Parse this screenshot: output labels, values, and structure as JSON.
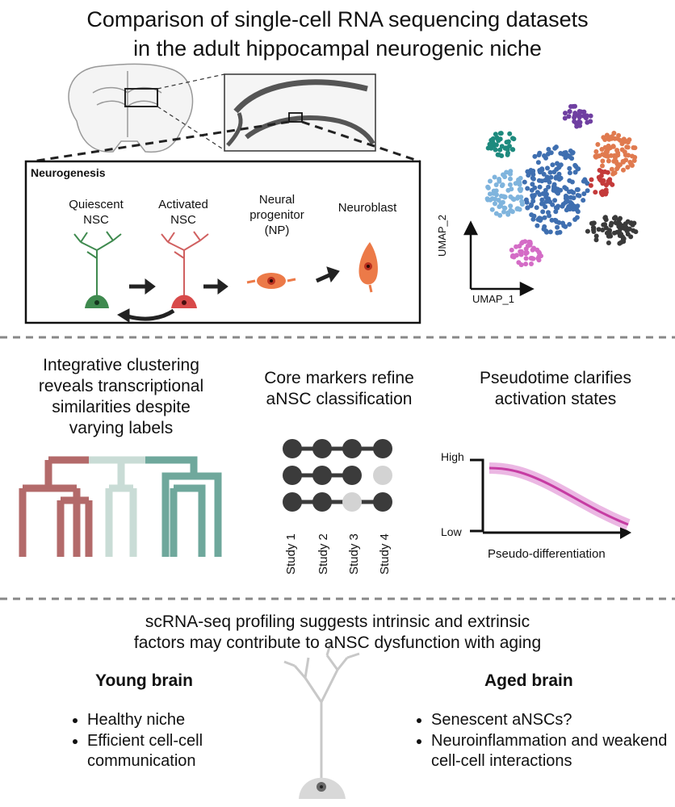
{
  "title_line1": "Comparison of single-cell RNA sequencing datasets",
  "title_line2": "in the adult hippocampal neurogenic niche",
  "neurogenesis": {
    "header": "Neurogenesis",
    "stages": [
      {
        "line1": "Quiescent",
        "line2": "NSC"
      },
      {
        "line1": "Activated",
        "line2": "NSC"
      },
      {
        "line1": "Neural",
        "line2": "progenitor",
        "line3": "(NP)"
      },
      {
        "line1": "Neuroblast"
      }
    ]
  },
  "umap": {
    "xlabel": "UMAP_1",
    "ylabel": "UMAP_2",
    "colors": [
      "#1e8a7e",
      "#6f3fa1",
      "#7fb4dd",
      "#3f6fb0",
      "#e07a4f",
      "#c43a3a",
      "#3a3a3a",
      "#d46cc6"
    ]
  },
  "panels": {
    "clustering": {
      "line1": "Integrative clustering",
      "line2": "reveals transcriptional",
      "line3": "similarities despite",
      "line4": "varying labels"
    },
    "markers": {
      "line1": "Core markers refine",
      "line2": "aNSC classification",
      "studies": [
        "Study 1",
        "Study 2",
        "Study 3",
        "Study 4"
      ]
    },
    "pseudotime": {
      "line1": "Pseudotime clarifies",
      "line2": "activation states",
      "high": "High",
      "low": "Low",
      "xlabel": "Pseudo-differentiation"
    }
  },
  "aging": {
    "line1": "scRNA-seq profiling suggests intrinsic and extrinsic",
    "line2": "factors may contribute to aNSC dysfunction with aging",
    "young": {
      "title": "Young brain",
      "items": [
        "Healthy niche",
        "Efficient cell-cell communication"
      ]
    },
    "aged": {
      "title": "Aged brain",
      "items": [
        "Senescent aNSCs?",
        "Neuroinflammation and weakend cell-cell interactions"
      ]
    }
  }
}
